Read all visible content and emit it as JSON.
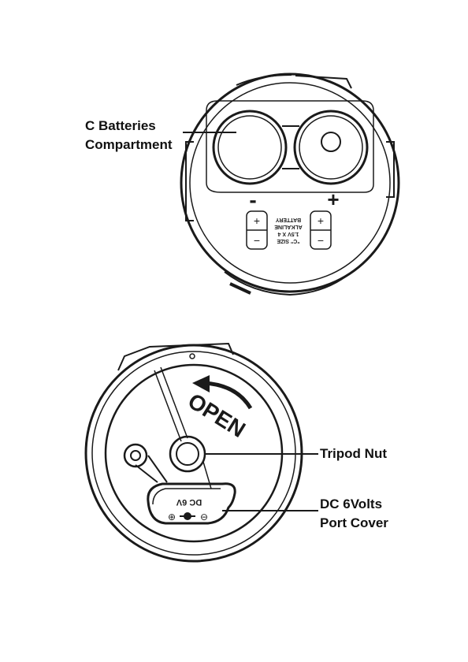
{
  "top_diagram": {
    "label": {
      "line1": "C Batteries",
      "line2": "Compartment"
    },
    "minus_sign": "-",
    "plus_sign": "+",
    "battery_text": {
      "line1": "\"C\" SIZE",
      "line2": "1.5V X 4",
      "line3": "ALKALINE",
      "line4": "BATTERY"
    },
    "cell_plus": "+",
    "cell_minus": "−"
  },
  "bottom_diagram": {
    "open_text": "OPEN",
    "dc_text": "DC 6V",
    "plus_symbol": "⊕",
    "minus_symbol": "⊖",
    "tripod_label": "Tripod Nut",
    "port_label": {
      "line1": "DC 6Volts",
      "line2": "Port Cover"
    }
  },
  "colors": {
    "line": "#1a1a1a",
    "background": "#ffffff",
    "shade": "#e9e9e9"
  }
}
